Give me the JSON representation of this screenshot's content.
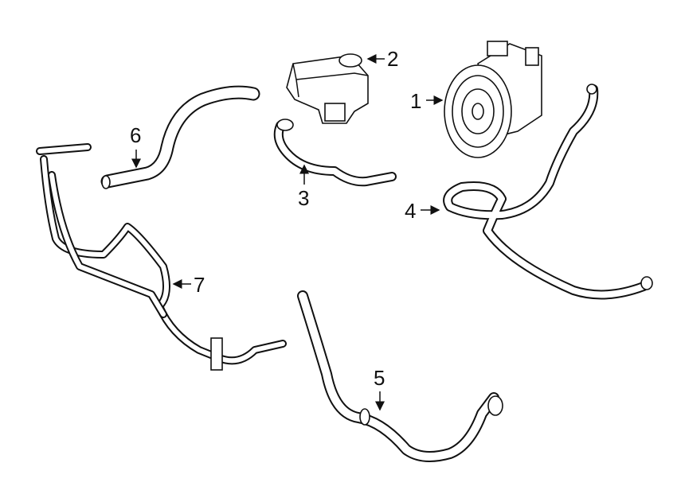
{
  "diagram": {
    "callouts": [
      {
        "id": "1",
        "part": "power-steering-pump"
      },
      {
        "id": "2",
        "part": "reservoir"
      },
      {
        "id": "3",
        "part": "return-hose"
      },
      {
        "id": "4",
        "part": "pressure-hose"
      },
      {
        "id": "5",
        "part": "pressure-line"
      },
      {
        "id": "6",
        "part": "suction-hose"
      },
      {
        "id": "7",
        "part": "cooler-line"
      }
    ],
    "colors": {
      "line": "#111111",
      "background": "#ffffff"
    }
  }
}
